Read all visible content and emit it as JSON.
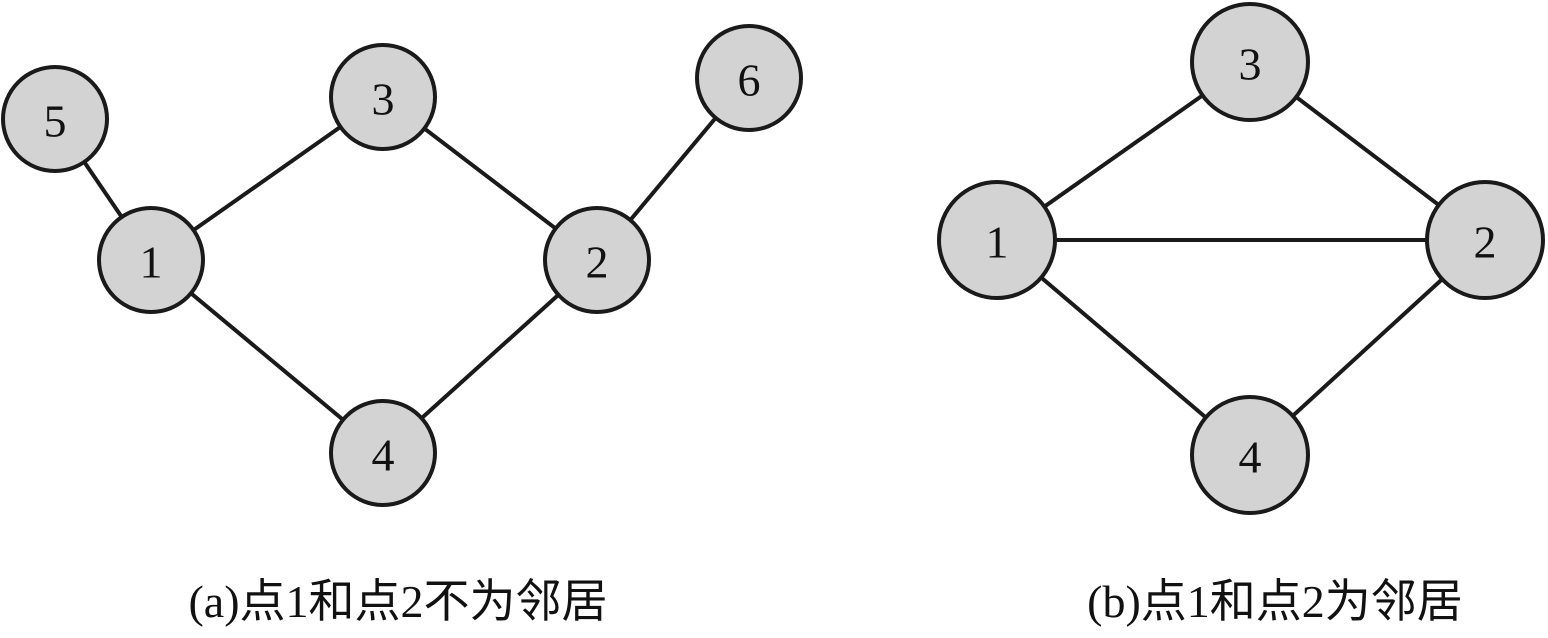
{
  "graph_a": {
    "caption": "(a)点1和点2不为邻居",
    "nodes": [
      {
        "id": "1",
        "label": "1"
      },
      {
        "id": "2",
        "label": "2"
      },
      {
        "id": "3",
        "label": "3"
      },
      {
        "id": "4",
        "label": "4"
      },
      {
        "id": "5",
        "label": "5"
      },
      {
        "id": "6",
        "label": "6"
      }
    ],
    "edges": [
      [
        "5",
        "1"
      ],
      [
        "1",
        "3"
      ],
      [
        "1",
        "4"
      ],
      [
        "3",
        "2"
      ],
      [
        "4",
        "2"
      ],
      [
        "2",
        "6"
      ]
    ]
  },
  "graph_b": {
    "caption": "(b)点1和点2为邻居",
    "nodes": [
      {
        "id": "1",
        "label": "1"
      },
      {
        "id": "2",
        "label": "2"
      },
      {
        "id": "3",
        "label": "3"
      },
      {
        "id": "4",
        "label": "4"
      }
    ],
    "edges": [
      [
        "1",
        "3"
      ],
      [
        "1",
        "2"
      ],
      [
        "1",
        "4"
      ],
      [
        "3",
        "2"
      ],
      [
        "4",
        "2"
      ]
    ]
  },
  "colors": {
    "node_fill": "#d3d3d3",
    "stroke": "#1a1a1a"
  }
}
